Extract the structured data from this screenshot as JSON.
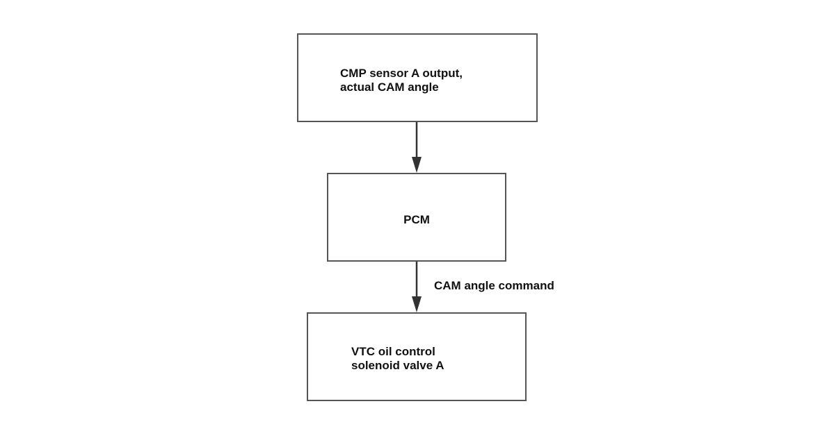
{
  "diagram": {
    "nodes": [
      {
        "id": "cmp",
        "label": "CMP sensor A output,\nactual CAM angle"
      },
      {
        "id": "pcm",
        "label": "PCM"
      },
      {
        "id": "vtc",
        "label": "VTC oil control\nsolenoid valve A"
      }
    ],
    "edges": [
      {
        "from": "cmp",
        "to": "pcm",
        "label": ""
      },
      {
        "from": "pcm",
        "to": "vtc",
        "label": "CAM angle command"
      }
    ],
    "colors": {
      "box_border": "#555555",
      "arrow": "#333333",
      "text": "#111111",
      "background": "#ffffff"
    }
  }
}
